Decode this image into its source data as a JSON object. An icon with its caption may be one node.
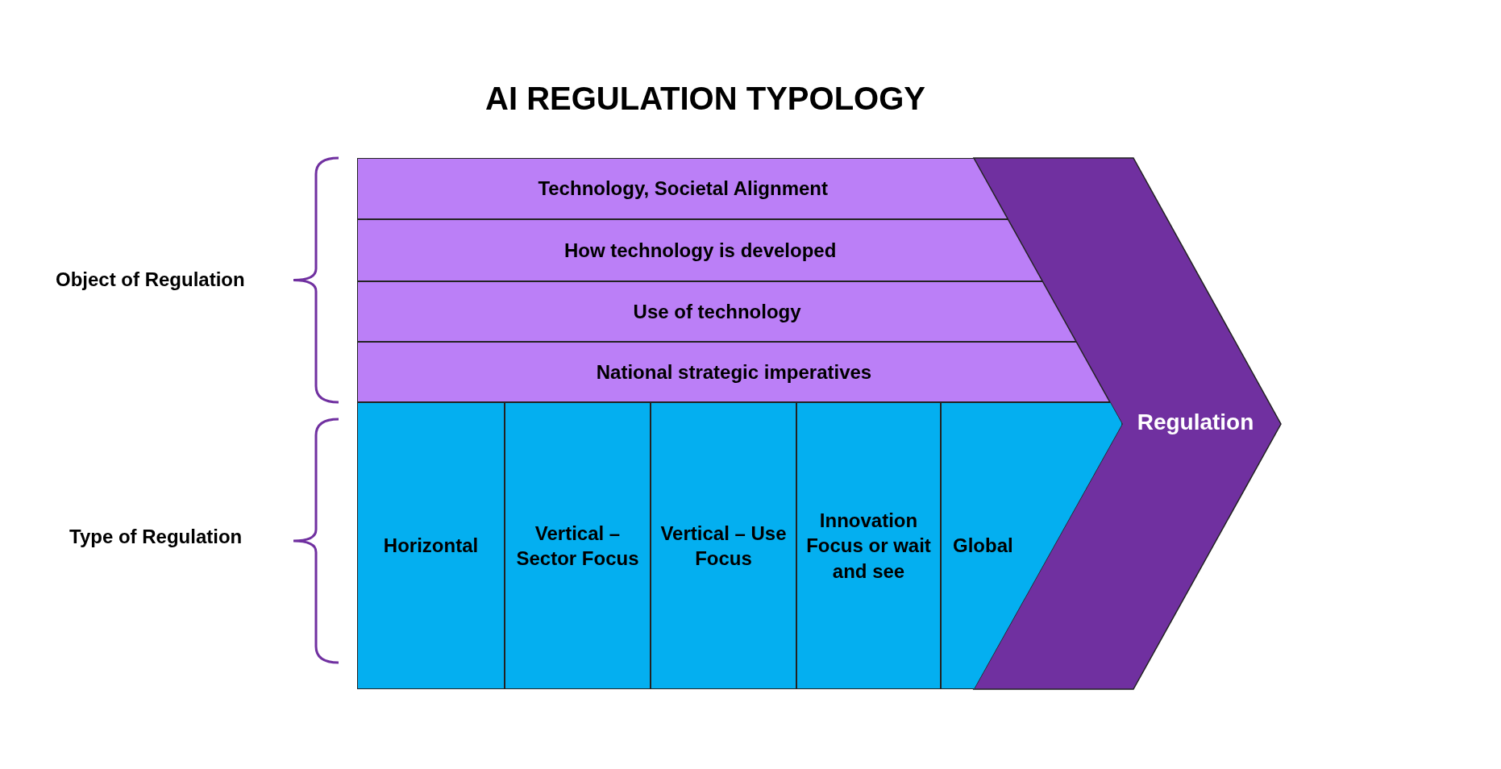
{
  "diagram": {
    "title": "AI REGULATION TYPOLOGY",
    "nodes": [
      {
        "text": [
          "Technology, Societal Alignment"
        ]
      },
      {
        "text": [
          "How technology is developed"
        ]
      },
      {
        "text": [
          "Use of technology"
        ]
      },
      {
        "text": [
          "National strategic imperatives"
        ]
      },
      {
        "text": [
          "Horizontal"
        ]
      },
      {
        "text": [
          "Vertical – Sector Focus"
        ]
      },
      {
        "text": [
          "Vertical – Use Focus"
        ]
      },
      {
        "text": [
          "Innovation Focus or wait and see"
        ]
      },
      {
        "text": [
          "Global"
        ]
      },
      {
        "text": [
          "Regulation"
        ]
      }
    ],
    "labels": [
      "Object of Regulation",
      "Type of Regulation"
    ]
  }
}
